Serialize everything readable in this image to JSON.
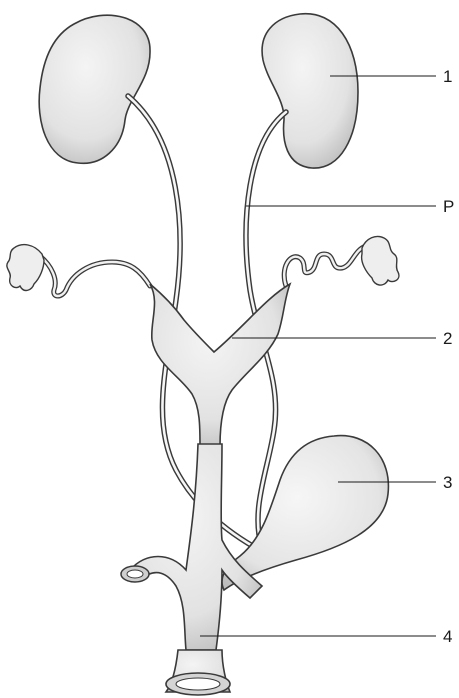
{
  "diagram": {
    "labels": {
      "kidney": "1",
      "ureter": "P",
      "uterus": "2",
      "bladder": "3",
      "cloaca": "4"
    },
    "colors": {
      "organ_fill": "#e6e6e6",
      "organ_stroke": "#3a3a3a",
      "line": "#1a1a1a",
      "background": "#ffffff"
    }
  }
}
